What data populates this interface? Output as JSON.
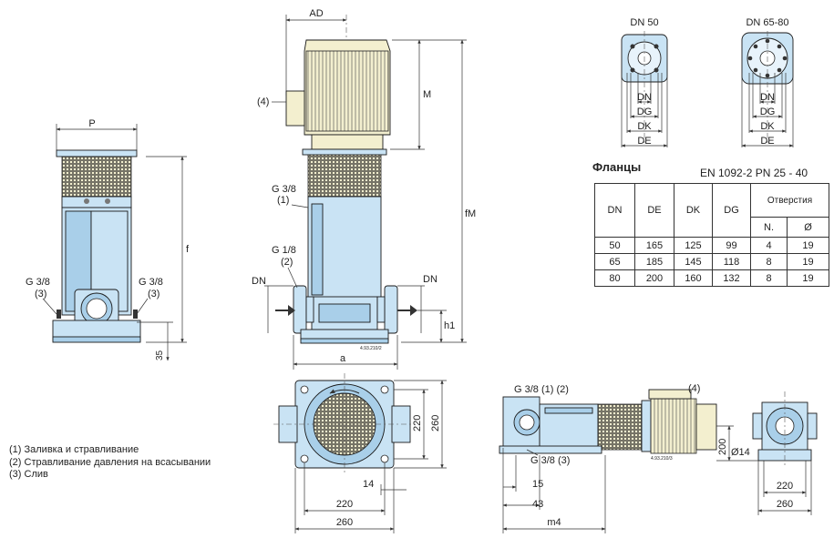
{
  "views": {
    "front": {
      "dim_P": "P",
      "dim_f": "f",
      "port_left": "G 3/8",
      "port_left_ref": "(3)",
      "port_right": "G 3/8",
      "port_right_ref": "(3)",
      "dim_35": "35"
    },
    "side": {
      "dim_AD": "AD",
      "dim_M": "M",
      "dim_fM": "fM",
      "dim_h1": "h1",
      "dim_a": "a",
      "label_4": "(4)",
      "port_top": "G 3/8",
      "port_top_ref": "(1)",
      "port_mid": "G 1/8",
      "port_mid_ref": "(2)",
      "dn_left": "DN",
      "dn_right": "DN",
      "drawing_no": "4.93.210/2"
    },
    "top": {
      "dim_220_v": "220",
      "dim_260_v": "260",
      "dim_14": "14",
      "dim_220_h": "220",
      "dim_260_h": "260"
    },
    "horizontal": {
      "port_top": "G 3/8 (1) (2)",
      "port_bottom": "G 3/8 (3)",
      "label_4": "(4)",
      "dim_200": "200",
      "dim_d14": "Ø14",
      "dim_15": "15",
      "dim_43": "43",
      "dim_m4": "m4",
      "dim_220": "220",
      "dim_260": "260",
      "drawing_no": "4.93.210/3"
    },
    "flanges": {
      "dn50_title": "DN 50",
      "dn6580_title": "DN 65-80",
      "labels": [
        "DN",
        "DG",
        "DK",
        "DE"
      ]
    }
  },
  "legend": [
    "(1) Заливка и стравливание",
    "(2) Стравливание давления на всасывании",
    "(3) Слив"
  ],
  "flange_table": {
    "title": "Фланцы",
    "standard": "EN 1092-2   PN 25 - 40",
    "headers": [
      "DN",
      "DE",
      "DK",
      "DG"
    ],
    "holes_header": "Отверстия",
    "holes_sub": [
      "N.",
      "Ø"
    ],
    "rows": [
      [
        "50",
        "165",
        "125",
        "99",
        "4",
        "19"
      ],
      [
        "65",
        "185",
        "145",
        "118",
        "8",
        "19"
      ],
      [
        "80",
        "200",
        "160",
        "132",
        "8",
        "19"
      ]
    ]
  }
}
